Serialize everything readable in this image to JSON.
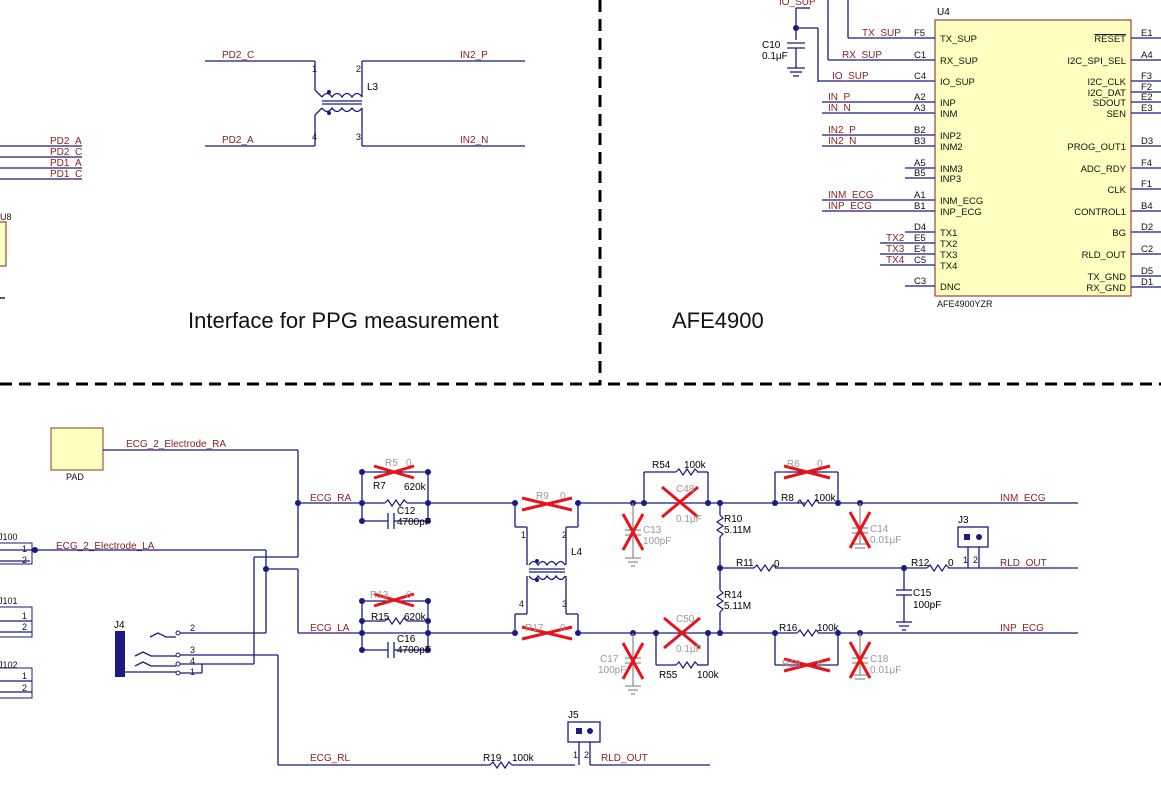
{
  "section_labels": {
    "ppg": "Interface for PPG measurement",
    "afe": "AFE4900"
  },
  "ppg": {
    "inductor": "L3",
    "nets": {
      "pd2_c": "PD2_C",
      "pd2_a": "PD2_A",
      "in2_p": "IN2_P",
      "in2_n": "IN2_N"
    },
    "pins": {
      "p1": "1",
      "p2": "2",
      "p3": "3",
      "p4": "4"
    },
    "left_nets": [
      "PD2_A",
      "PD2_C",
      "PD1_A",
      "PD1_C"
    ],
    "u8": "U8"
  },
  "afe": {
    "ref": "U4",
    "part": "AFE4900YZR",
    "io_sup": "IO_SUP",
    "cap_ref": "C10",
    "cap_val": "0.1μF",
    "left_pins": [
      {
        "net": "TX_SUP",
        "ball": "F5",
        "name": "TX_SUP"
      },
      {
        "net": "RX_SUP",
        "ball": "C1",
        "name": "RX_SUP"
      },
      {
        "net": "IO_SUP",
        "ball": "C4",
        "name": "IO_SUP"
      },
      {
        "net": "IN_P",
        "ball": "A2",
        "name": "INP"
      },
      {
        "net": "IN_N",
        "ball": "A3",
        "name": "INM"
      },
      {
        "net": "IN2_P",
        "ball": "B2",
        "name": "INP2"
      },
      {
        "net": "IN2_N",
        "ball": "B3",
        "name": "INM2"
      },
      {
        "net": "",
        "ball": "A5",
        "name": "INM3"
      },
      {
        "net": "",
        "ball": "B5",
        "name": "INP3"
      },
      {
        "net": "INM_ECG",
        "ball": "A1",
        "name": "INM_ECG"
      },
      {
        "net": "INP_ECG",
        "ball": "B1",
        "name": "INP_ECG"
      },
      {
        "net": "",
        "ball": "D4",
        "name": "TX1"
      },
      {
        "net": "TX2",
        "ball": "E5",
        "name": "TX2"
      },
      {
        "net": "TX3",
        "ball": "E4",
        "name": "TX3"
      },
      {
        "net": "TX4",
        "ball": "C5",
        "name": "TX4"
      },
      {
        "net": "",
        "ball": "C3",
        "name": "DNC"
      }
    ],
    "right_pins": [
      {
        "name": "RESET",
        "ball": "E1"
      },
      {
        "name": "I2C_SPI_SEL",
        "ball": "A4"
      },
      {
        "name": "I2C_CLK",
        "ball": "F3"
      },
      {
        "name": "I2C_DAT",
        "ball": "F2"
      },
      {
        "name": "SDOUT",
        "ball": "E2"
      },
      {
        "name": "SEN",
        "ball": "E3"
      },
      {
        "name": "PROG_OUT1",
        "ball": "D3"
      },
      {
        "name": "ADC_RDY",
        "ball": "F4"
      },
      {
        "name": "CLK",
        "ball": "F1"
      },
      {
        "name": "CONTROL1",
        "ball": "B4"
      },
      {
        "name": "BG",
        "ball": "D2"
      },
      {
        "name": "RLD_OUT",
        "ball": "C2"
      },
      {
        "name": "TX_GND",
        "ball": "D5"
      },
      {
        "name": "RX_GND",
        "ball": "D1"
      }
    ]
  },
  "ecg": {
    "pad": "PAD",
    "nets": {
      "electrode_ra": "ECG_2_Electrode_RA",
      "electrode_la": "ECG_2_Electrode_LA",
      "ecg_ra": "ECG_RA",
      "ecg_la": "ECG_LA",
      "ecg_rl": "ECG_RL",
      "inm_ecg": "INM_ECG",
      "inp_ecg": "INP_ECG",
      "rld_out": "RLD_OUT",
      "rld_out2": "RLD_OUT"
    },
    "components": {
      "R5": {
        "ref": "R5",
        "val": "0"
      },
      "R7": {
        "ref": "R7",
        "val": "620k"
      },
      "C12": {
        "ref": "C12",
        "val": "4700pF"
      },
      "R13": {
        "ref": "R13",
        "val": "0"
      },
      "R15": {
        "ref": "R15",
        "val": "620k"
      },
      "C16": {
        "ref": "C16",
        "val": "4700pF"
      },
      "R9": {
        "ref": "R9",
        "val": "0"
      },
      "R17": {
        "ref": "R17",
        "val": "0"
      },
      "L4": {
        "ref": "L4"
      },
      "R54": {
        "ref": "R54",
        "val": "100k"
      },
      "C48": {
        "ref": "C48",
        "val": "0.1μF"
      },
      "C13": {
        "ref": "C13",
        "val": "100pF"
      },
      "C17": {
        "ref": "C17",
        "val": "100pF"
      },
      "C50": {
        "ref": "C50",
        "val": "0.1μF"
      },
      "R55": {
        "ref": "R55",
        "val": "100k"
      },
      "R10": {
        "ref": "R10",
        "val": "5.11M"
      },
      "R14": {
        "ref": "R14",
        "val": "5.11M"
      },
      "R11": {
        "ref": "R11",
        "val": "0"
      },
      "R6": {
        "ref": "R6",
        "val": "0"
      },
      "R8": {
        "ref": "R8",
        "val": "100k"
      },
      "C14": {
        "ref": "C14",
        "val": "0.01μF"
      },
      "R16": {
        "ref": "R16",
        "val": "100k"
      },
      "R18": {
        "ref": "R18",
        "val": "0"
      },
      "C18": {
        "ref": "C18",
        "val": "0.01μF"
      },
      "R12": {
        "ref": "R12",
        "val": "0"
      },
      "C15": {
        "ref": "C15",
        "val": "100pF"
      },
      "J3": {
        "ref": "J3"
      },
      "J4": {
        "ref": "J4"
      },
      "J5": {
        "ref": "J5"
      },
      "R19": {
        "ref": "R19",
        "val": "100k"
      }
    },
    "j4_pins": [
      "2",
      "3",
      "4",
      "1"
    ],
    "left_conns": [
      "J100",
      "J101",
      "J102"
    ]
  }
}
